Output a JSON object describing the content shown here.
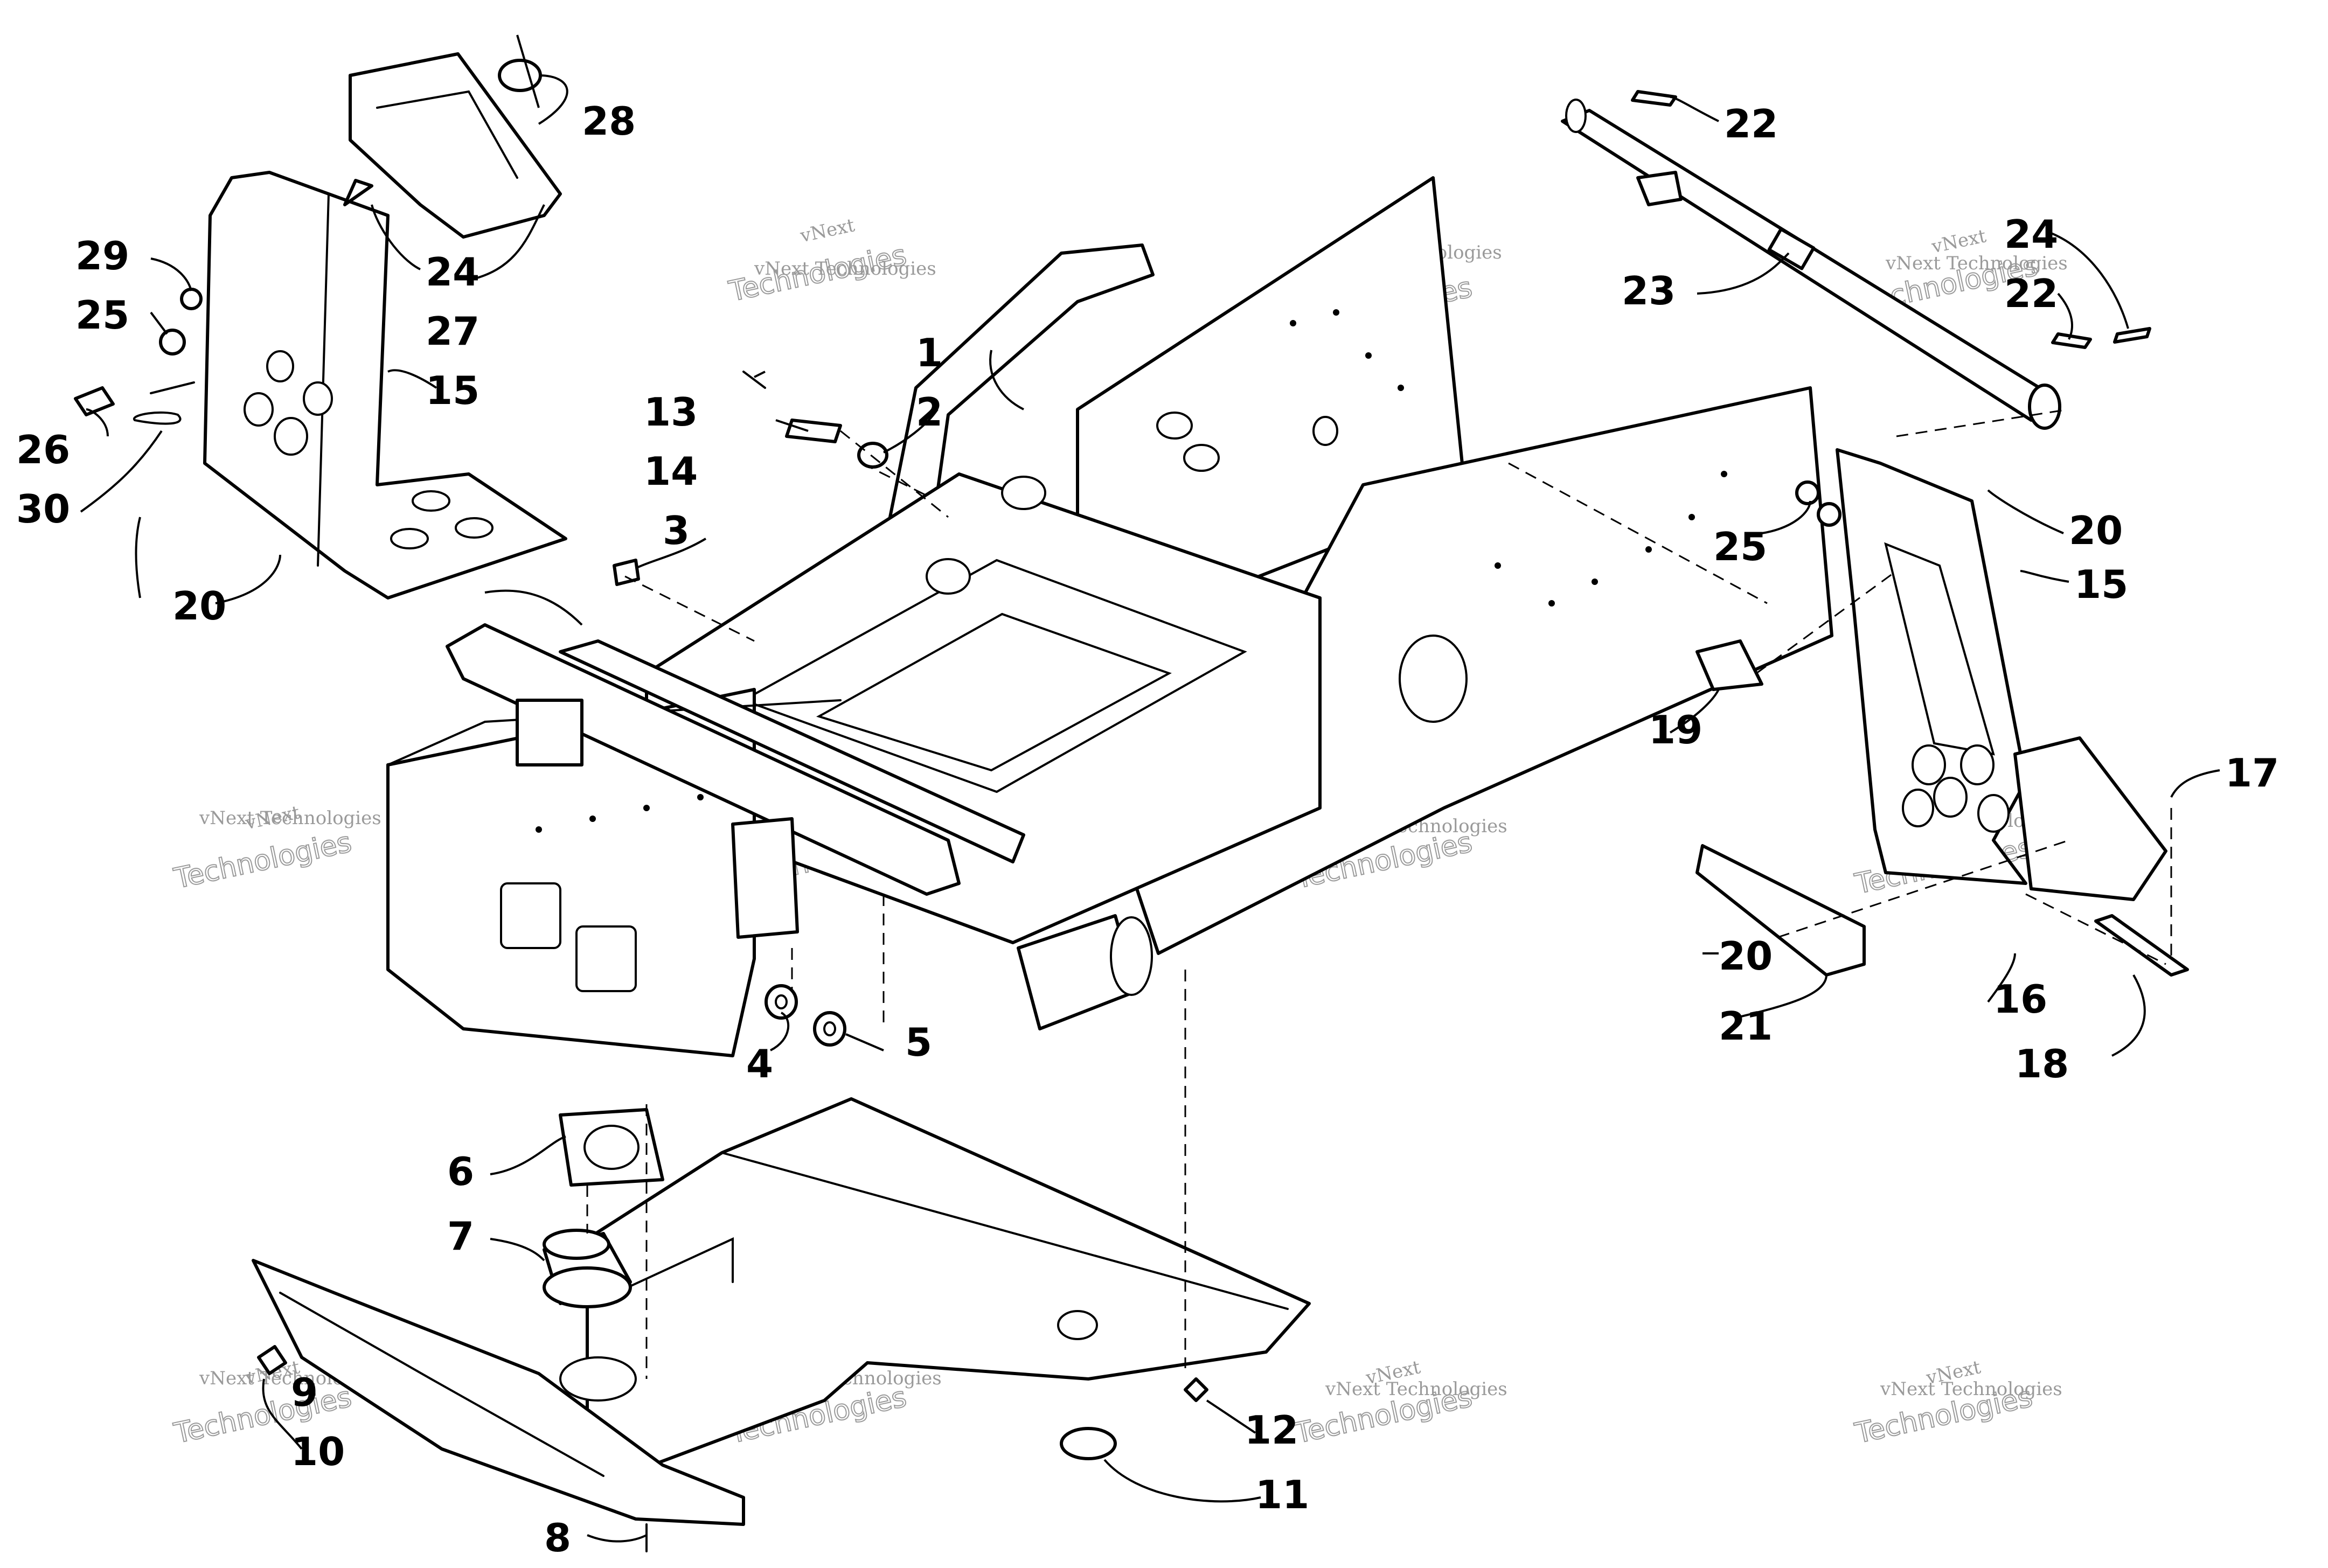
{
  "watermark": {
    "line1": "vNext",
    "line2": "vNext Technologies",
    "line3": "Technologies"
  },
  "callouts": {
    "c1": "1",
    "c2": "2",
    "c3": "3",
    "c4": "4",
    "c5": "5",
    "c6": "6",
    "c7": "7",
    "c8": "8",
    "c9": "9",
    "c10": "10",
    "c11": "11",
    "c12": "12",
    "c13": "13",
    "c14": "14",
    "c15a": "15",
    "c15b": "15",
    "c16": "16",
    "c17": "17",
    "c18": "18",
    "c19": "19",
    "c20a": "20",
    "c20b": "20",
    "c20c": "20",
    "c21": "21",
    "c22a": "22",
    "c22b": "22",
    "c23": "23",
    "c24a": "24",
    "c24b": "24",
    "c25a": "25",
    "c25b": "25",
    "c26": "26",
    "c27": "27",
    "c28": "28",
    "c29": "29",
    "c30": "30"
  }
}
